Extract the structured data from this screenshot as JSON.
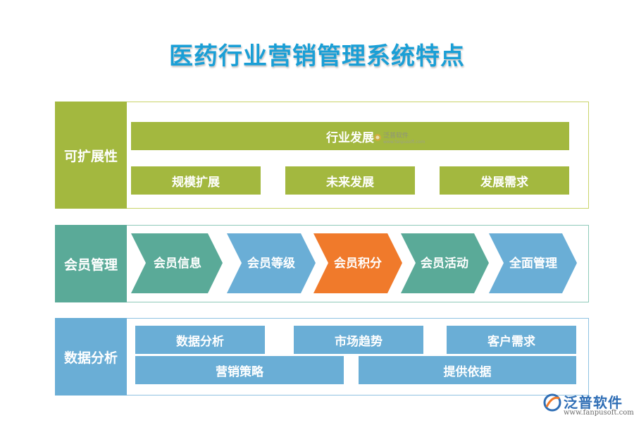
{
  "title": "医药行业营销管理系统特点",
  "sections": [
    {
      "label": "可扩展性",
      "top_box": "行业发展",
      "boxes": [
        "规模扩展",
        "未来发展",
        "发展需求"
      ]
    },
    {
      "label": "会员管理",
      "steps": [
        "会员信息",
        "会员等级",
        "会员积分",
        "会员活动",
        "全面管理"
      ]
    },
    {
      "label": "数据分析",
      "row1": [
        "数据分析",
        "市场趋势",
        "客户需求"
      ],
      "row2": [
        "营销策略",
        "提供依据"
      ]
    }
  ],
  "watermark": {
    "text": "泛普软件",
    "url": "www.fanpusoft.com"
  },
  "logo": {
    "name": "泛普软件",
    "url": "www.fanpusoft.com"
  },
  "colors": {
    "title": "#1a9fd6",
    "olive": "#a3b83f",
    "teal": "#5aaa98",
    "blue": "#6aaed6",
    "orange": "#f07a2b",
    "frame_olive": "#c9d46a",
    "frame_teal": "#8fcab9",
    "frame_blue": "#8fc2e2"
  }
}
